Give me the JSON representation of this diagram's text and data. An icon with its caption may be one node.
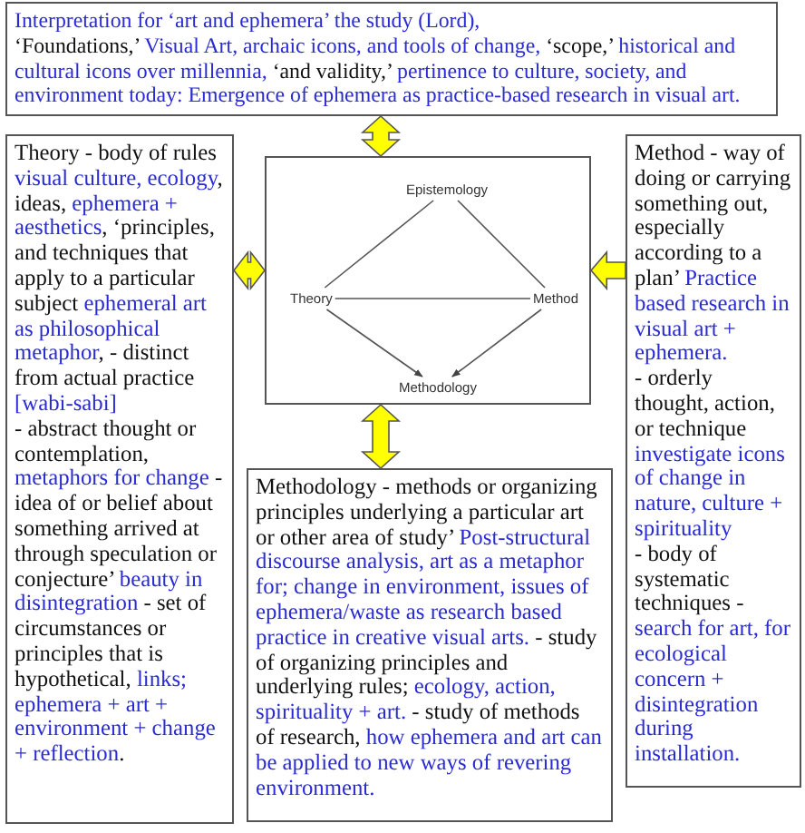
{
  "diagram": {
    "nodes": [
      {
        "text": [
          "Interpretation for ‘art and ephemera’ the study (Lord),",
          "‘Foundations,’",
          "Visual Art, archaic icons, and tools of change,",
          "‘scope,’",
          "historical and cultural icons over millennia,",
          "‘and validity,’",
          "pertinence to culture, society, and environment today: Emergence of ephemera as practice-based research in visual art."
        ]
      },
      {
        "text": [
          "Theory - body of rules",
          "visual culture, ecology",
          ", ideas,",
          "ephemera + aesthetics",
          ", ‘principles, and techniques that apply to a particular subject",
          "ephemeral art as philosophical metaphor",
          ", - distinct from actual practice",
          "[wabi-sabi]",
          "- abstract thought or contemplation,",
          "metaphors for change",
          "- idea of or belief about something arrived at through speculation or conjecture’",
          "beauty in disintegration",
          "- set of circumstances or principles that is hypothetical,",
          "links; ephemera + art + environment + change + reflection",
          "."
        ]
      },
      {
        "text": [],
        "shape": "box"
      },
      {
        "text": [
          "Epistemology"
        ],
        "in": 2
      },
      {
        "text": [
          "Theory"
        ],
        "in": 2
      },
      {
        "text": [
          "Method"
        ],
        "in": 2
      },
      {
        "text": [
          "Methodology"
        ],
        "in": 2
      },
      {
        "text": [
          "Method - way of doing or carrying something out, especially according to a plan’",
          "Practice based research in visual art + ephemera.",
          "- orderly thought, action, or technique",
          "investigate icons of change in nature, culture + spirituality",
          "- body of systematic techniques -",
          "search for art, for ecological concern + disintegration during installation."
        ]
      },
      {
        "text": [
          "Methodology - methods or organizing principles underlying a particular art or other area of study’",
          "Post-structural discourse analysis, art as a metaphor for; change in environment, issues of ephemera/waste as research based practice in creative visual arts.",
          "- study of organizing principles and underlying rules;",
          "ecology, action, spirituality + art.",
          "- study of methods of research,",
          "how ephemera and art can be applied to new ways of revering environment."
        ]
      }
    ],
    "edges": [
      {
        "from": 0,
        "to": 2,
        "arrow": "both",
        "style": "thick",
        "color": "#ffff00"
      },
      {
        "from": 1,
        "to": 2,
        "arrow": "both",
        "style": "thick",
        "color": "#ffff00"
      },
      {
        "from": 7,
        "to": 2,
        "arrow": "to",
        "style": "thick",
        "color": "#ffff00"
      },
      {
        "from": 2,
        "to": 8,
        "arrow": "both",
        "style": "thick",
        "color": "#ffff00"
      },
      {
        "from": 3,
        "to": 4,
        "arrow": "none"
      },
      {
        "from": 3,
        "to": 5,
        "arrow": "none"
      },
      {
        "from": 4,
        "to": 5,
        "arrow": "none"
      },
      {
        "from": 4,
        "to": 6,
        "arrow": "to"
      },
      {
        "from": 5,
        "to": 6,
        "arrow": "to"
      }
    ]
  }
}
